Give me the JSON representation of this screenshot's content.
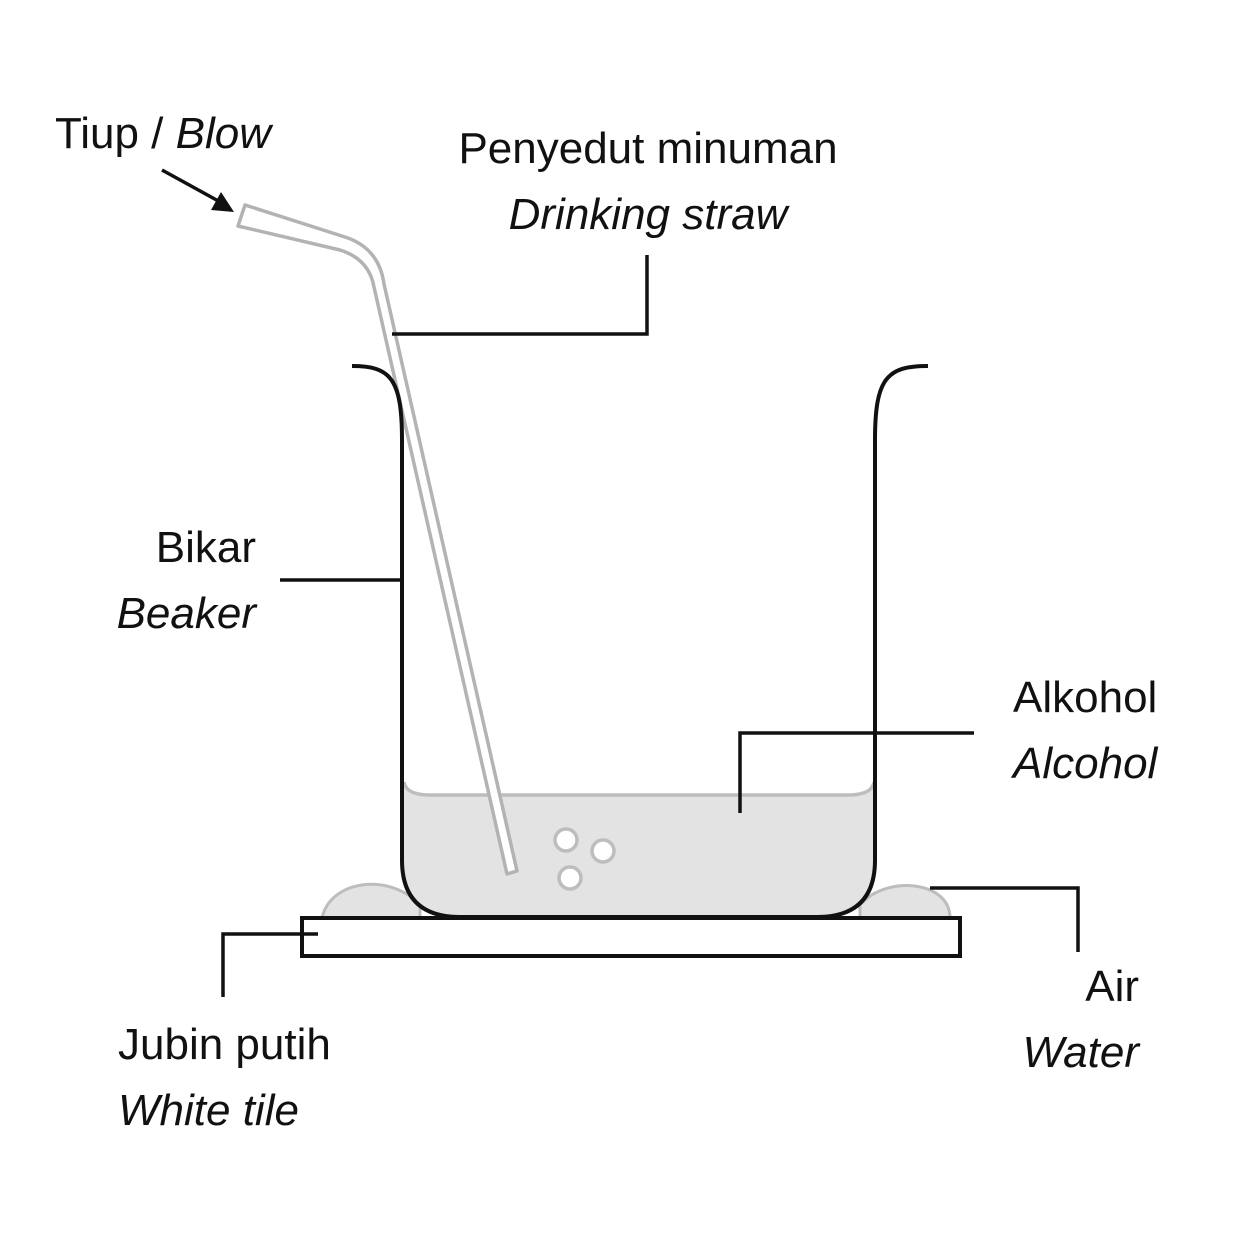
{
  "labels": {
    "blow_ms": "Tiup /",
    "blow_en": "Blow",
    "straw_ms": "Penyedut minuman",
    "straw_en": "Drinking straw",
    "beaker_ms": "Bikar",
    "beaker_en": "Beaker",
    "alcohol_ms": "Alkohol",
    "alcohol_en": "Alcohol",
    "water_ms": "Air",
    "water_en": "Water",
    "tile_ms": "Jubin putih",
    "tile_en": "White tile"
  },
  "colors": {
    "line": "#111111",
    "straw": "#b3b3b3",
    "liquid_fill": "#e3e3e3",
    "liquid_edge": "#bdbdbd",
    "tile": "#ffffff",
    "background": "#ffffff"
  },
  "icons": {
    "blow_arrow": "arrow-down-right-icon",
    "bubbles": "bubble-icon"
  }
}
